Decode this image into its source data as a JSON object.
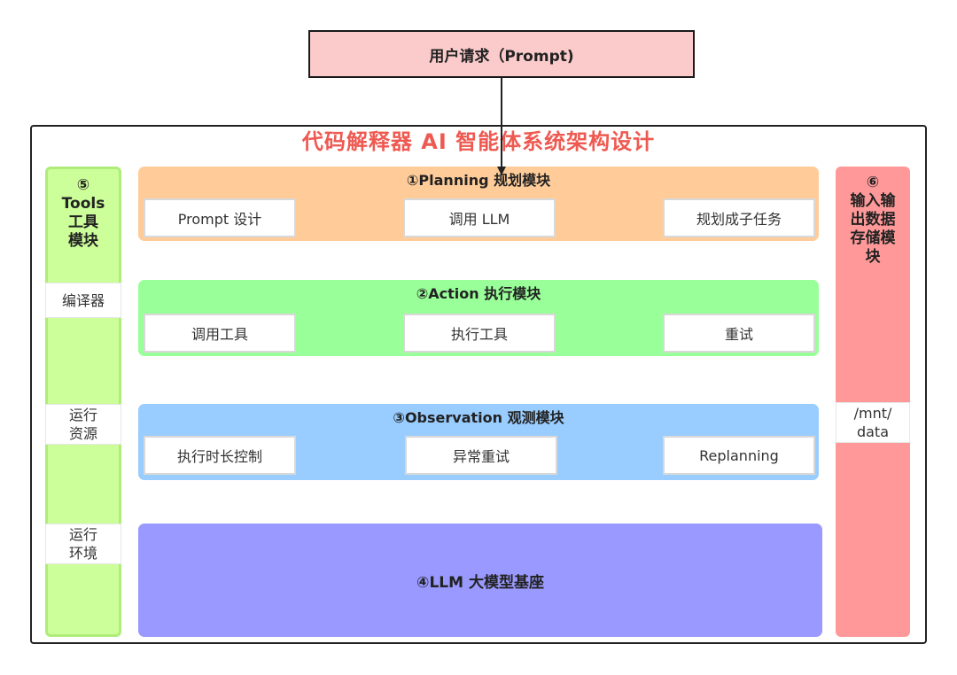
{
  "prompt_box": {
    "label": "用户请求（Prompt)"
  },
  "diagram_title": "代码解释器 AI 智能体系统架构设计",
  "colors": {
    "title_red": "#ee5a52",
    "prompt_fill": "#fbcaca",
    "planning_fill": "#ffcc99",
    "action_fill": "#99ff99",
    "observation_fill": "#99ccff",
    "llm_fill": "#9999ff",
    "tools_fill": "#ccff99",
    "storage_fill": "#ff9999"
  },
  "modules": {
    "planning": {
      "title": "①Planning 规划模块",
      "items": [
        "Prompt 设计",
        "调用 LLM",
        "规划成子任务"
      ]
    },
    "action": {
      "title": "②Action 执行模块",
      "items": [
        "调用工具",
        "执行工具",
        "重试"
      ]
    },
    "observation": {
      "title": "③Observation 观测模块",
      "items": [
        "执行时长控制",
        "异常重试",
        "Replanning"
      ]
    },
    "llm": {
      "title": "④LLM 大模型基座"
    }
  },
  "tools_module": {
    "title": "⑤\nTools\n工具\n模块",
    "items": [
      "编译器",
      "运行\n资源",
      "运行\n环境"
    ]
  },
  "storage_module": {
    "title": "⑥\n输入输\n出数据\n存储模\n块",
    "items": [
      "/mnt/\ndata"
    ]
  }
}
